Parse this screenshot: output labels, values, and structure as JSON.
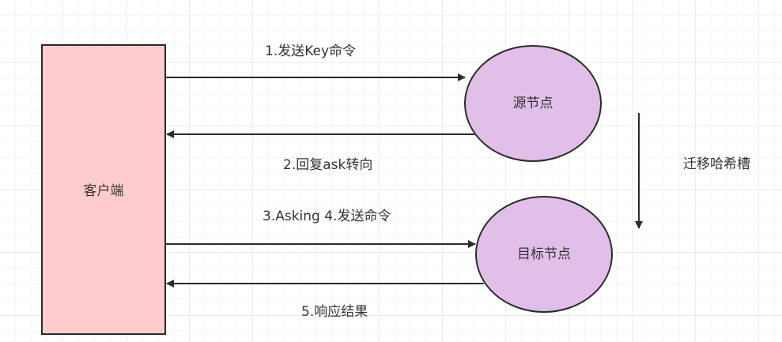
{
  "colors": {
    "client_fill": "#ffccce",
    "node_fill": "#e1bfe8",
    "stroke": "#2b2b2b",
    "text": "#333333"
  },
  "nodes": {
    "client": "客户端",
    "source": "源节点",
    "target": "目标节点"
  },
  "edges": {
    "send_key_command": "1.发送Key命令",
    "reply_ask_redirect": "2.回复ask转向",
    "asking_send_command": "3.Asking 4.发送命令",
    "response_result": "5.响应结果",
    "migrate_hash_slot": "迁移哈希槽"
  }
}
